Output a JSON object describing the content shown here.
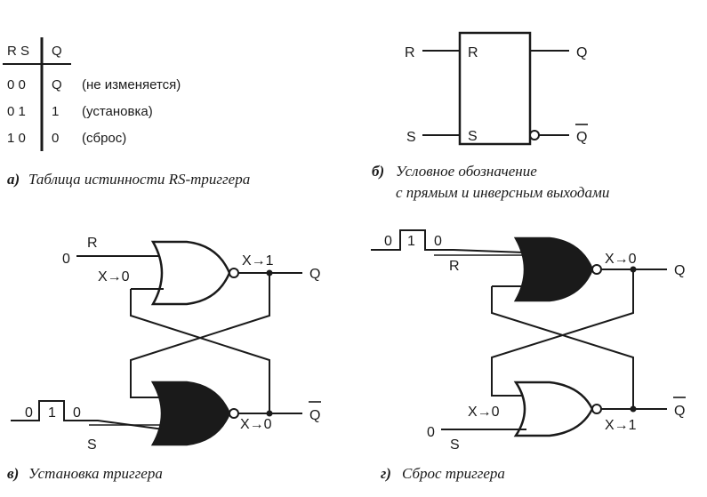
{
  "truth_table": {
    "header_inputs": "R S",
    "header_output": "Q",
    "rows": [
      {
        "inputs": "0 0",
        "output": "Q",
        "note": "(не изменяется)"
      },
      {
        "inputs": "0 1",
        "output": "1",
        "note": "(установка)"
      },
      {
        "inputs": "1 0",
        "output": "0",
        "note": "(сброс)"
      }
    ],
    "caption_letter": "а)",
    "caption_text": "Таблица истинности RS-триггера"
  },
  "symbol": {
    "input_r_outer": "R",
    "input_s_outer": "S",
    "input_r_inner": "R",
    "input_s_inner": "S",
    "output_q": "Q",
    "output_qbar": "Q",
    "caption_letter": "б)",
    "caption_line1": "Условное обозначение",
    "caption_line2": "с прямым и инверсным выходами"
  },
  "set_circuit": {
    "input_r_value": "0",
    "input_r_label": "R",
    "feedback_top": "X→0",
    "out_top": "X→1",
    "output_q": "Q",
    "pulse": [
      "0",
      "1",
      "0"
    ],
    "input_s_label": "S",
    "out_bottom": "X→0",
    "output_qbar": "Q",
    "caption_letter": "в)",
    "caption_text": "Установка триггера"
  },
  "reset_circuit": {
    "pulse": [
      "0",
      "1",
      "0"
    ],
    "input_r_label": "R",
    "out_top": "X→0",
    "output_q": "Q",
    "feedback_bottom": "X→0",
    "input_s_value": "0",
    "input_s_label": "S",
    "out_bottom": "X→1",
    "output_qbar": "Q",
    "caption_letter": "г)",
    "caption_text": "Сброс триггера"
  }
}
